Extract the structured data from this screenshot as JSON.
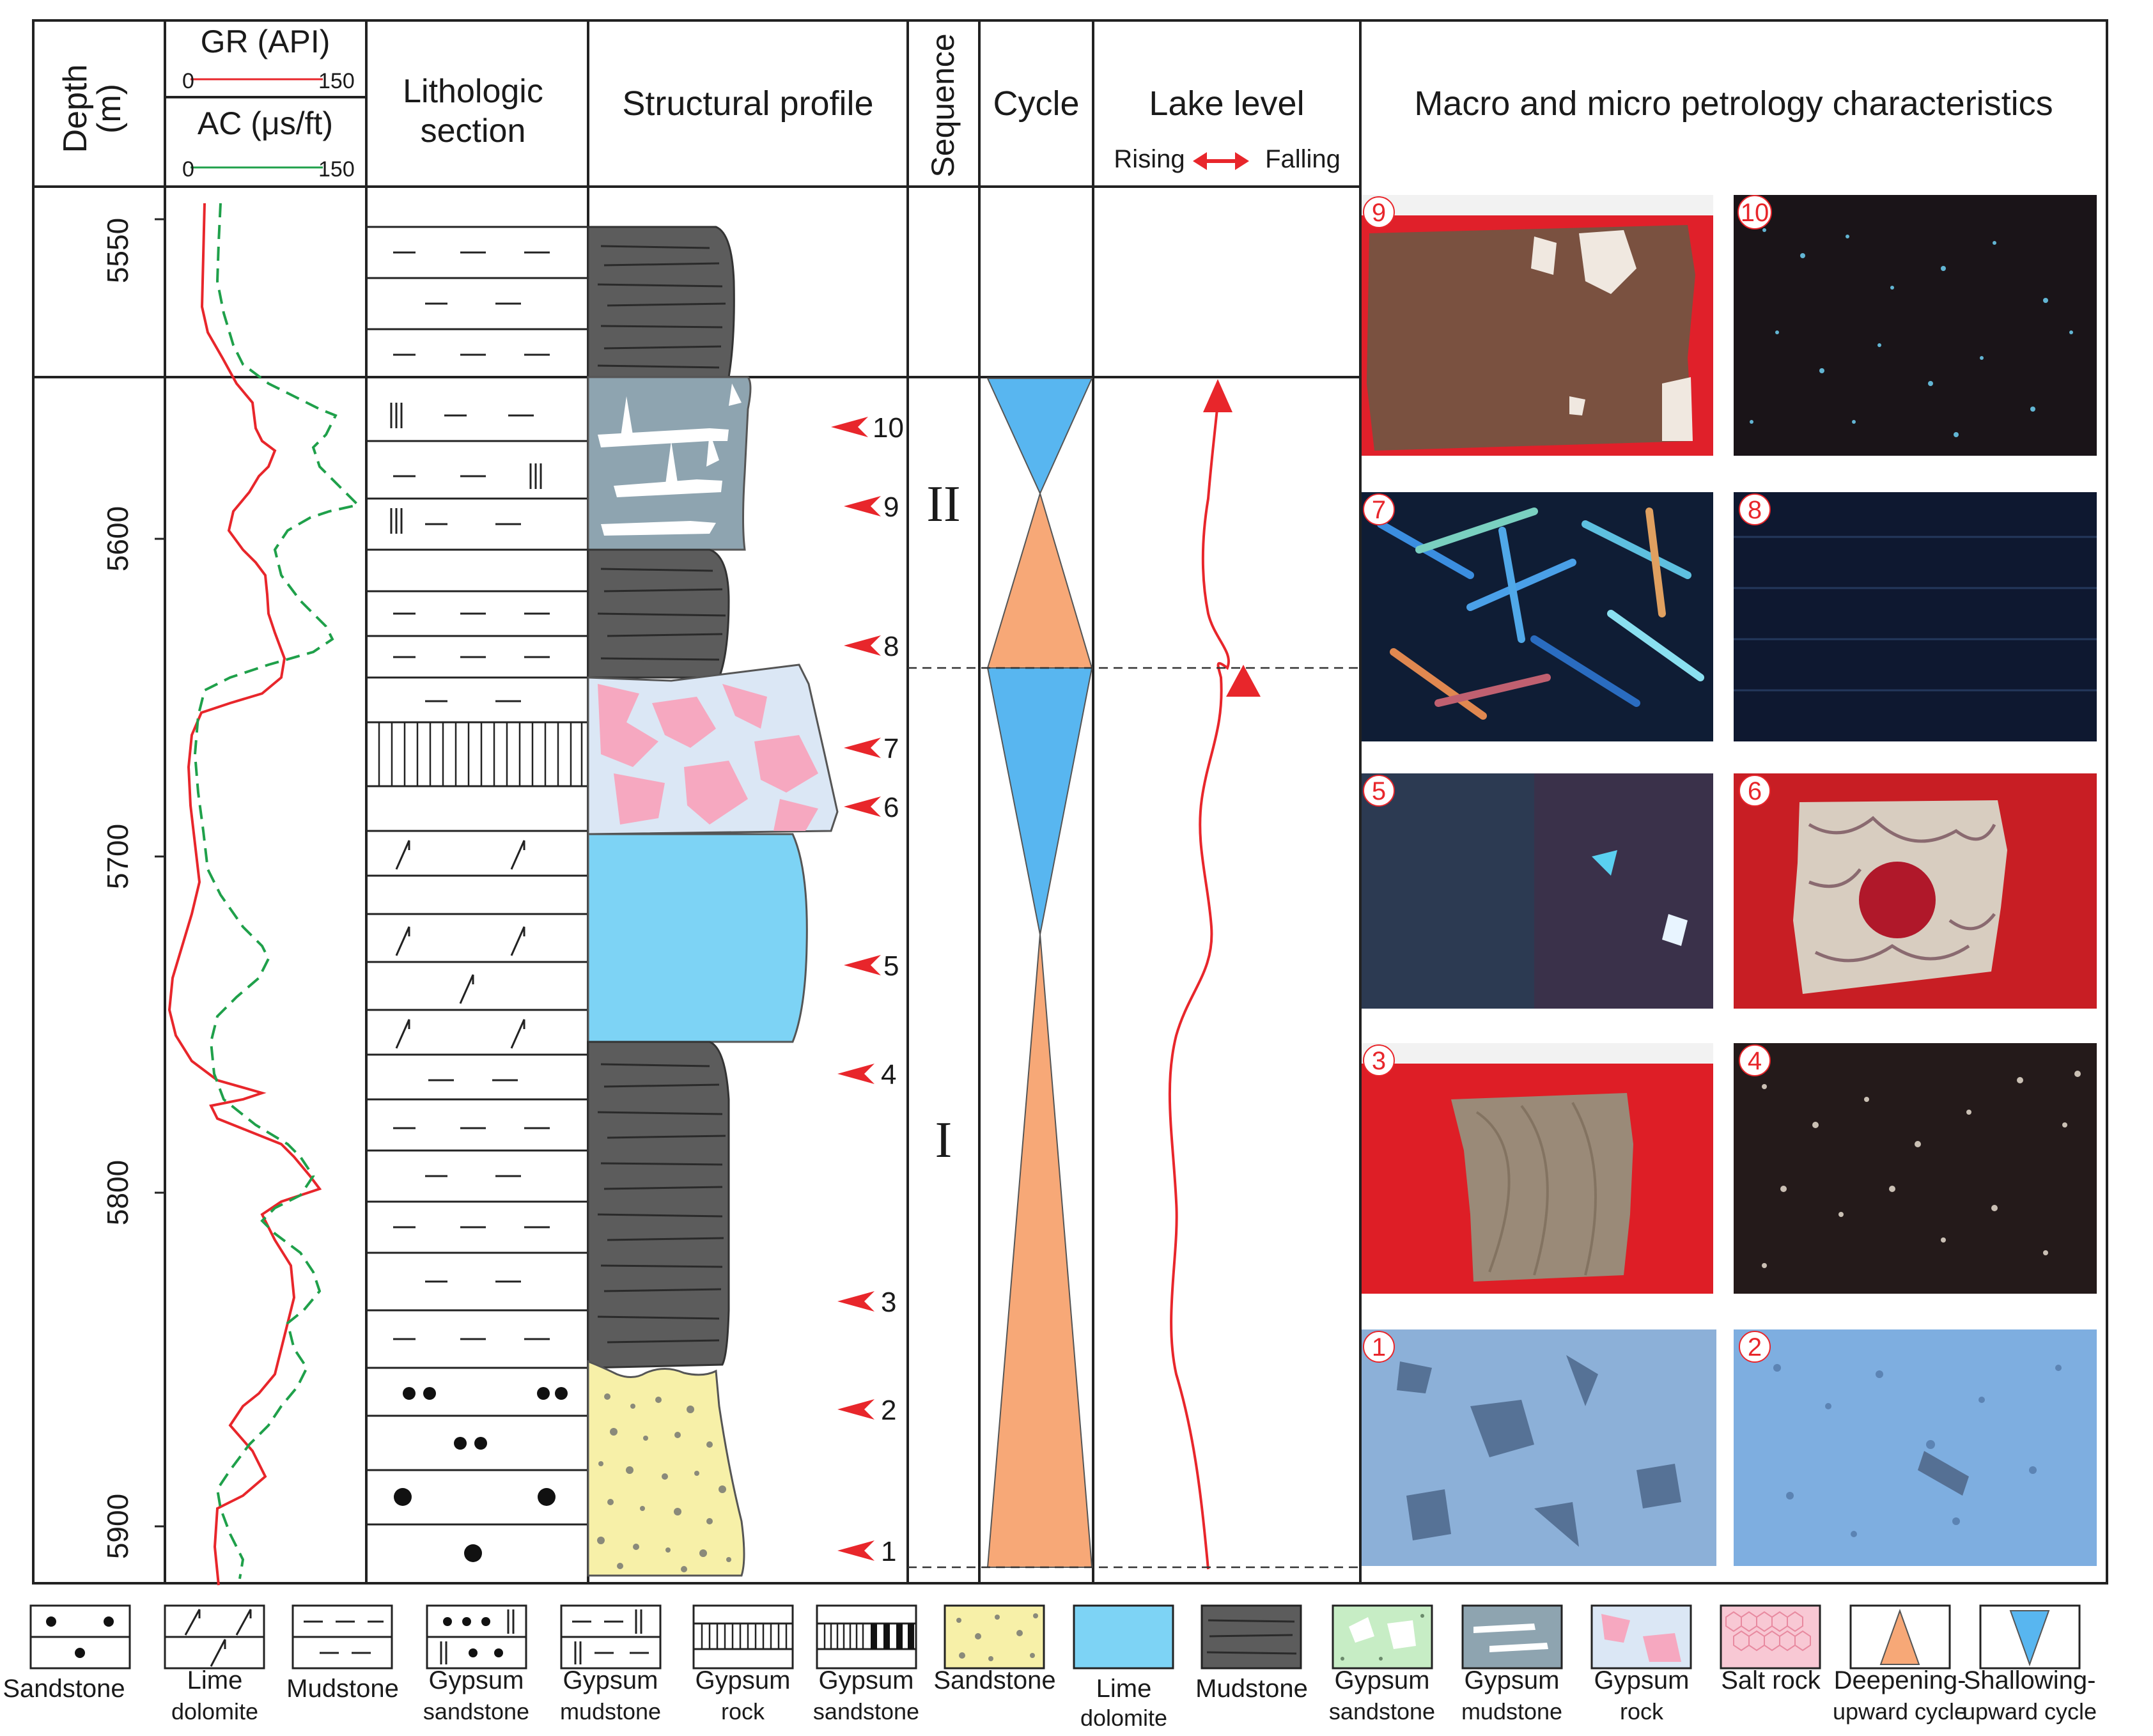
{
  "header": {
    "depth_label": "Depth",
    "depth_unit": "(m)",
    "gr_label": "GR (API)",
    "gr_min": "0",
    "gr_max": "150",
    "ac_label": "AC (μs/ft)",
    "ac_min": "0",
    "ac_max": "150",
    "lithologic_line1": "Lithologic",
    "lithologic_line2": "section",
    "structural_profile": "Structural profile",
    "sequence": "Sequence",
    "cycle": "Cycle",
    "lake_level": "Lake level",
    "rising": "Rising",
    "falling": "Falling",
    "petrology": "Macro and micro petrology characteristics"
  },
  "depth_ticks": [
    "5550",
    "5600",
    "5700",
    "5800",
    "5900"
  ],
  "sequences": [
    "II",
    "I"
  ],
  "sample_markers": [
    "10",
    "9",
    "8",
    "7",
    "6",
    "5",
    "4",
    "3",
    "2",
    "1"
  ],
  "photo_labels": [
    "9",
    "10",
    "7",
    "8",
    "5",
    "6",
    "3",
    "4",
    "1",
    "2"
  ],
  "legend": [
    {
      "line1": "Sandstone",
      "line2": ""
    },
    {
      "line1": "Lime",
      "line2": "dolomite"
    },
    {
      "line1": "Mudstone",
      "line2": ""
    },
    {
      "line1": "Gypsum",
      "line2": "sandstone"
    },
    {
      "line1": "Gypsum",
      "line2": "mudstone"
    },
    {
      "line1": "Gypsum",
      "line2": "rock"
    },
    {
      "line1": "Gypsum",
      "line2": "sandstone"
    },
    {
      "line1": "Sandstone",
      "line2": ""
    },
    {
      "line1": "Lime",
      "line2": "dolomite"
    },
    {
      "line1": "Mudstone",
      "line2": ""
    },
    {
      "line1": "Gypsum",
      "line2": "sandstone"
    },
    {
      "line1": "Gypsum",
      "line2": "mudstone"
    },
    {
      "line1": "Gypsum",
      "line2": "rock"
    },
    {
      "line1": "Salt rock",
      "line2": ""
    },
    {
      "line1": "Deepening-",
      "line2": "upward cycle"
    },
    {
      "line1": "Shallowing-",
      "line2": "upward cycle"
    }
  ],
  "colors": {
    "gr_curve": "#e8262b",
    "ac_curve": "#1fa04a",
    "mudstone": "#5c5c5c",
    "lime_dolomite": "#7dd3f5",
    "gypsum_mudstone": "#8ea4b0",
    "gypsum_rock_pink": "#f6a8c0",
    "sandstone": "#f7f0a8",
    "deepening": "#f7a877",
    "shallowing": "#58b6f0",
    "marker_red": "#e8262b"
  }
}
